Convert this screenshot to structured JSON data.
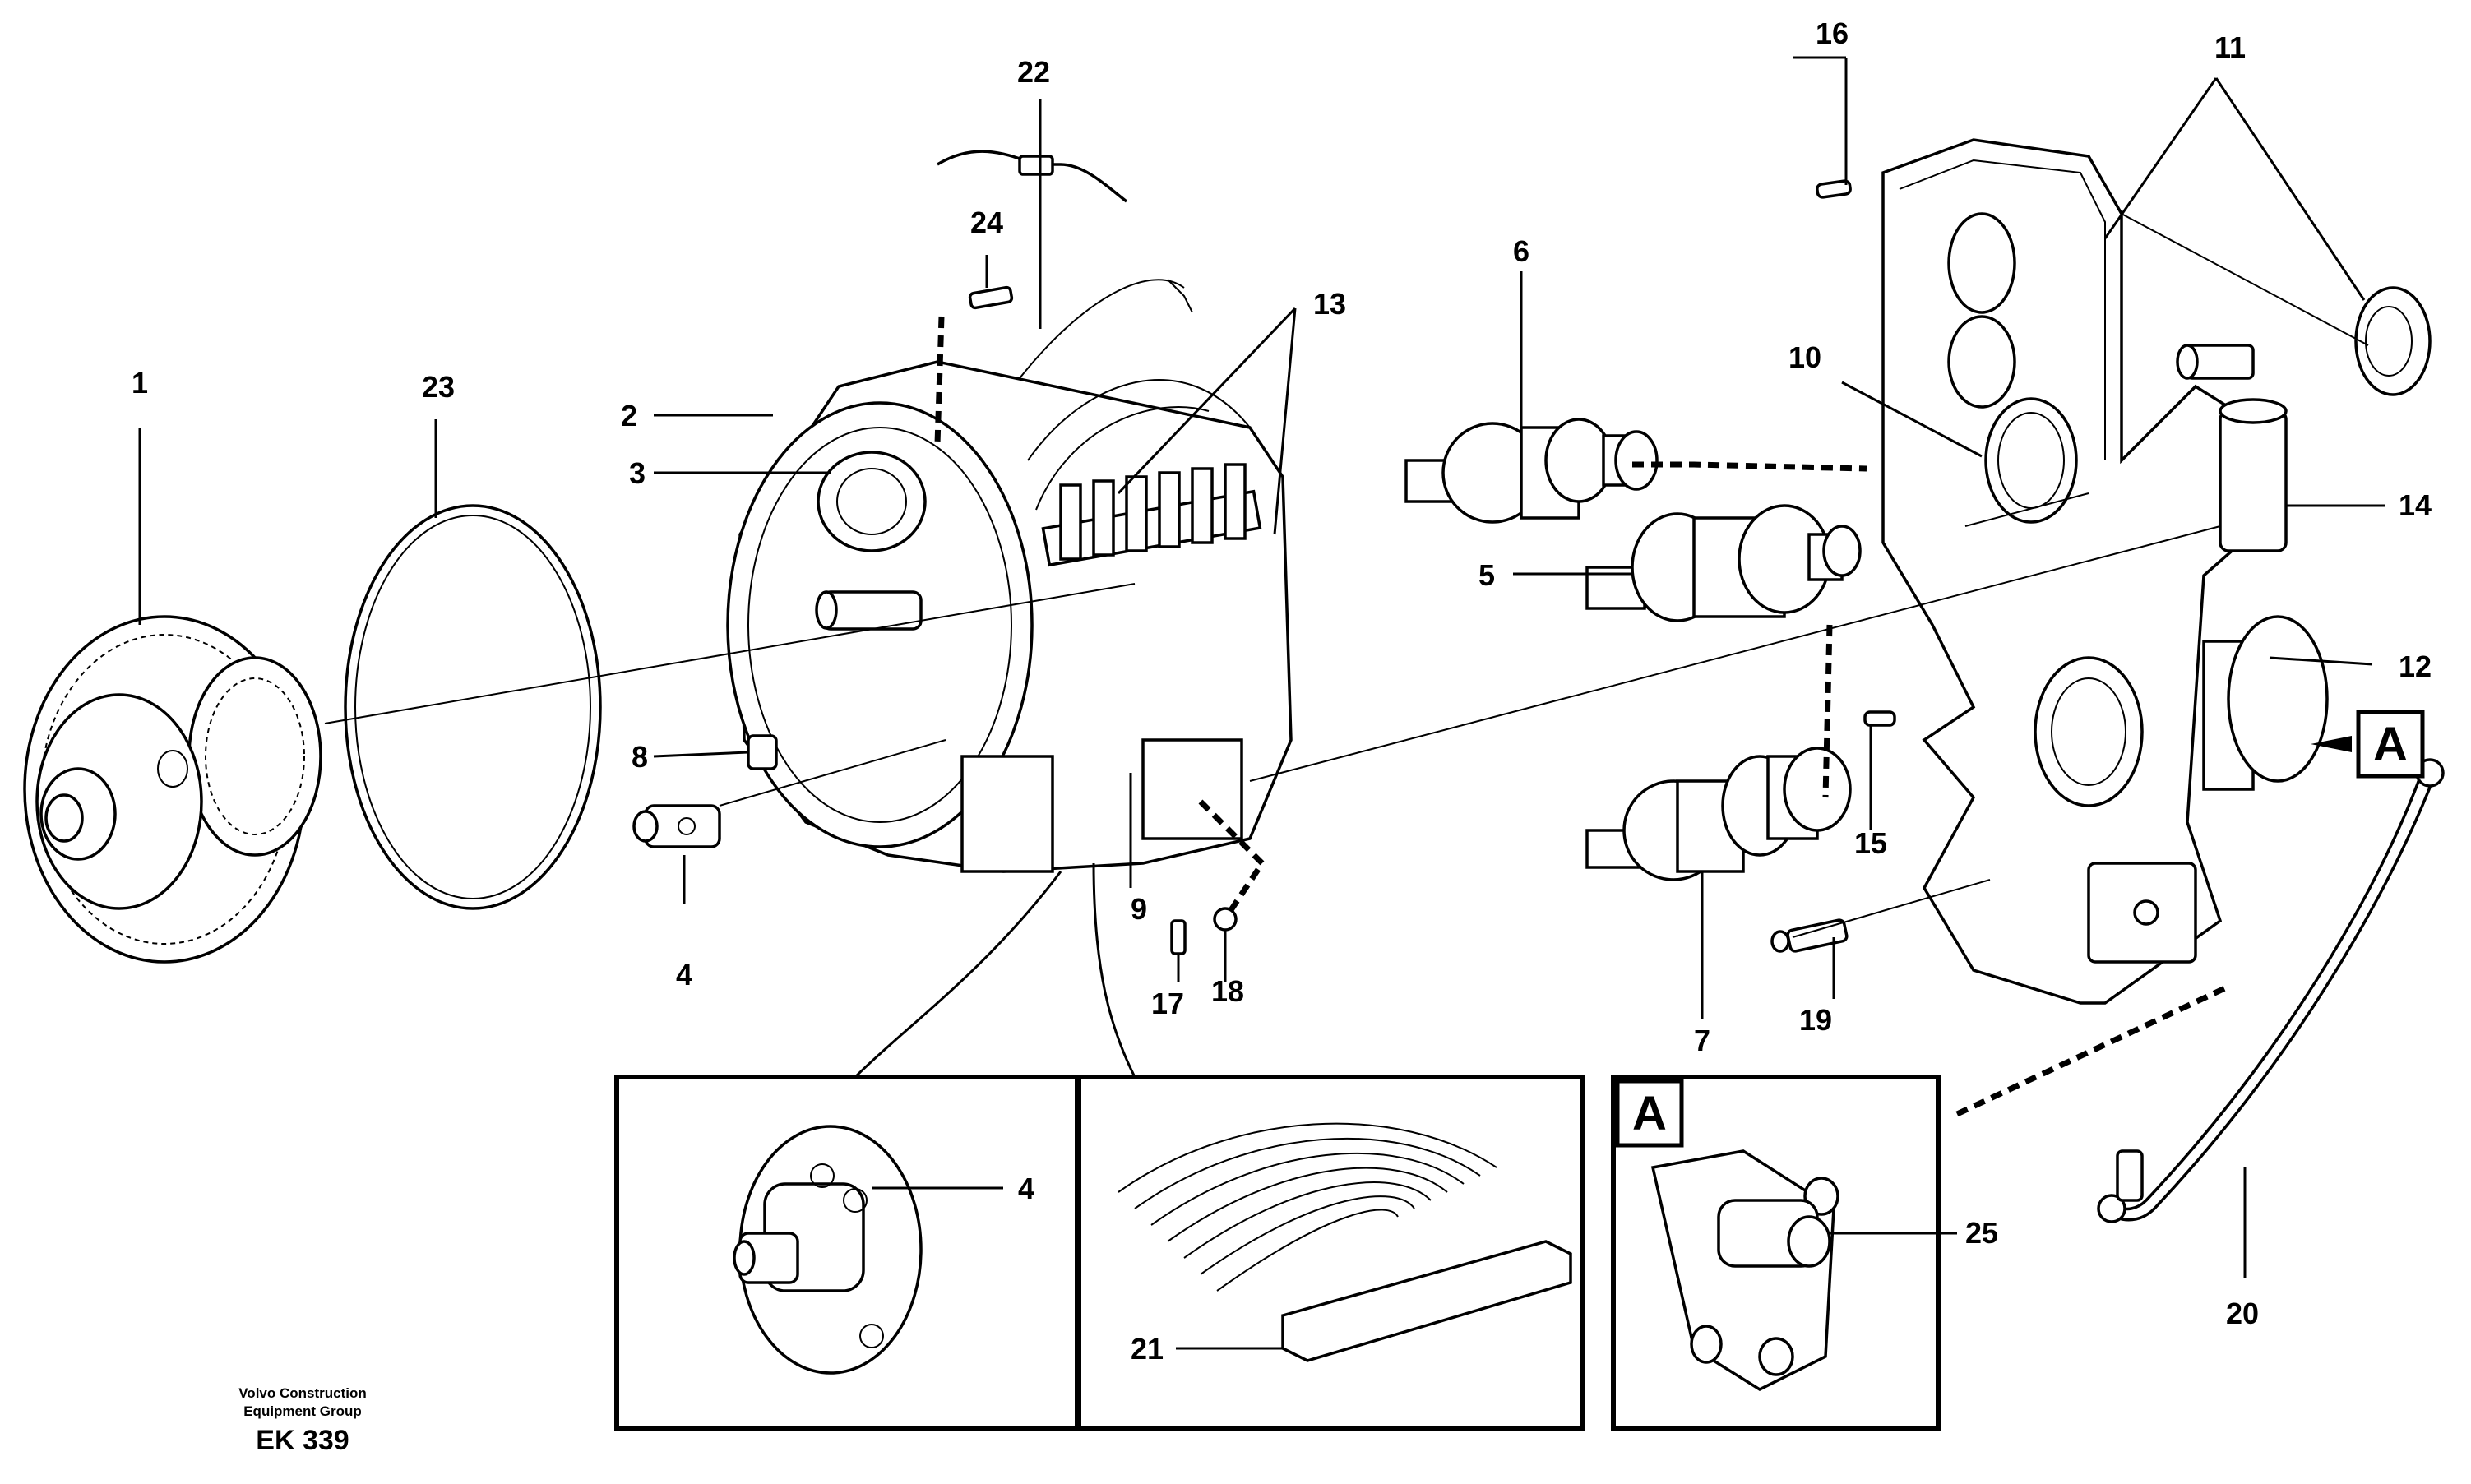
{
  "callouts": {
    "c1": "1",
    "c2": "2",
    "c3": "3",
    "c4": "4",
    "c5": "5",
    "c6": "6",
    "c7": "7",
    "c8": "8",
    "c9": "9",
    "c10": "10",
    "c11": "11",
    "c12": "12",
    "c13": "13",
    "c14": "14",
    "c15": "15",
    "c16": "16",
    "c17": "17",
    "c18": "18",
    "c19": "19",
    "c20": "20",
    "c21": "21",
    "c22": "22",
    "c23": "23",
    "c24": "24",
    "c25": "25",
    "c4_inset": "4"
  },
  "view_marker": {
    "main": "A",
    "inset": "A"
  },
  "footer": {
    "line1": "Volvo Construction",
    "line2": "Equipment Group",
    "code": "EK 339"
  }
}
